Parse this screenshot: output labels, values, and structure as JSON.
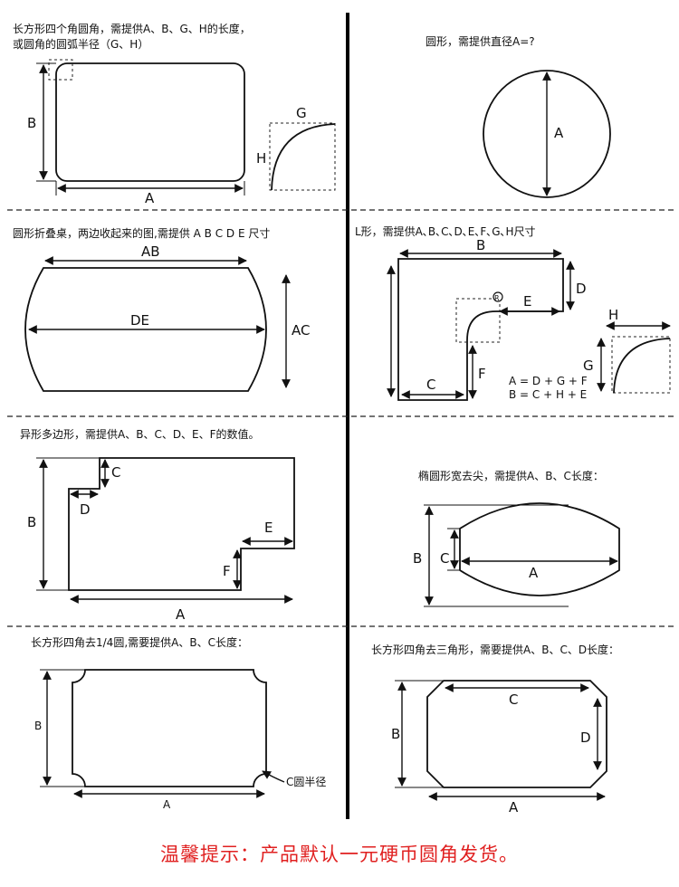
{
  "panels": {
    "rounded_rect": {
      "caption_line1": "长方形四个角圆角，需提供A、B、G、H的长度，",
      "caption_line2": "或圆角的圆弧半径（G、H）",
      "labels": {
        "A": "A",
        "B": "B",
        "G": "G",
        "H": "H"
      }
    },
    "circle": {
      "caption": "圆形，需提供直径A=?",
      "labels": {
        "A": "A"
      }
    },
    "folding_table": {
      "caption": "圆形折叠桌，两边收起来的图,需提供 A B C D E  尺寸",
      "labels": {
        "AB": "AB",
        "DE": "DE",
        "AC": "AC"
      }
    },
    "l_shape": {
      "caption": "L形，需提供A､B､C､D､E､F､G､H尺寸",
      "labels": {
        "B": "B",
        "D": "D",
        "E": "E",
        "F": "F",
        "C": "C",
        "H": "H",
        "G": "G",
        "R": "R"
      },
      "formula1": "A = D + G + F",
      "formula2": "B = C + H + E"
    },
    "irregular": {
      "caption": "异形多边形，需提供A、B、C、D、E、F的数值。",
      "labels": {
        "A": "A",
        "B": "B",
        "C": "C",
        "D": "D",
        "E": "E",
        "F": "F"
      }
    },
    "ellipse_cut": {
      "caption": "椭圆形宽去尖，需提供A、B、C长度：",
      "labels": {
        "A": "A",
        "B": "B",
        "C": "C"
      }
    },
    "quarter_circle": {
      "caption": "长方形四角去1/4圆,需要提供A、B、C长度：",
      "labels": {
        "A": "A",
        "B": "B",
        "C": "C圆半径"
      }
    },
    "triangle_corners": {
      "caption": "长方形四角去三角形，需要提供A、B、C、D长度：",
      "labels": {
        "A": "A",
        "B": "B",
        "C": "C",
        "D": "D"
      }
    }
  },
  "footer": {
    "text": "温馨提示：产品默认一元硬币圆角发货。",
    "color": "#e02020"
  }
}
